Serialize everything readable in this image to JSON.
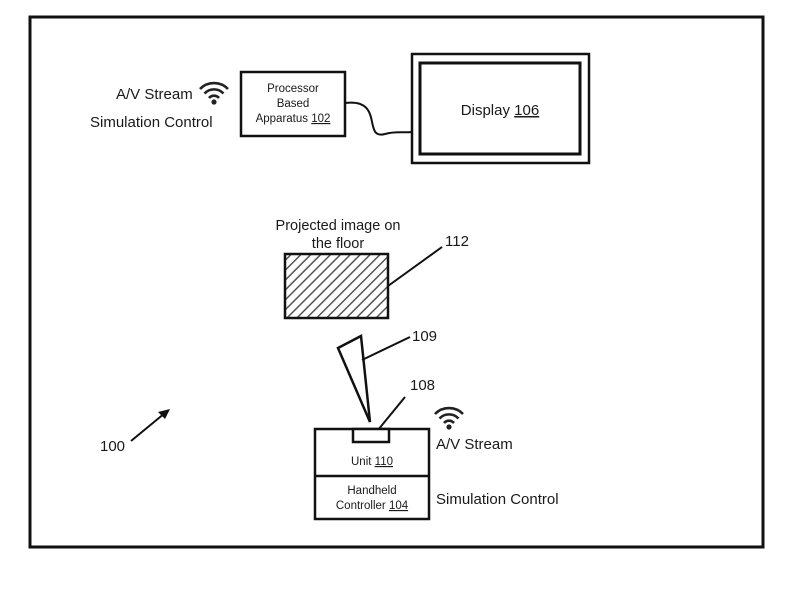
{
  "top": {
    "av_stream_label": "A/V Stream",
    "simulation_control_label": "Simulation Control",
    "processor": {
      "line1": "Processor",
      "line2": "Based",
      "line3_prefix": "Apparatus ",
      "ref": "102"
    },
    "display": {
      "prefix": "Display ",
      "ref": "106"
    }
  },
  "projection": {
    "caption_line1": "Projected image on",
    "caption_line2": "the floor",
    "ref_112": "112",
    "ref_109": "109",
    "ref_108": "108"
  },
  "controller": {
    "unit_prefix": "Unit ",
    "unit_ref": "110",
    "handheld_line1": "Handheld",
    "handheld_line2_prefix": "Controller ",
    "handheld_ref": "104",
    "av_stream_label": "A/V Stream",
    "simulation_control_label": "Simulation Control"
  },
  "system_ref": "100"
}
